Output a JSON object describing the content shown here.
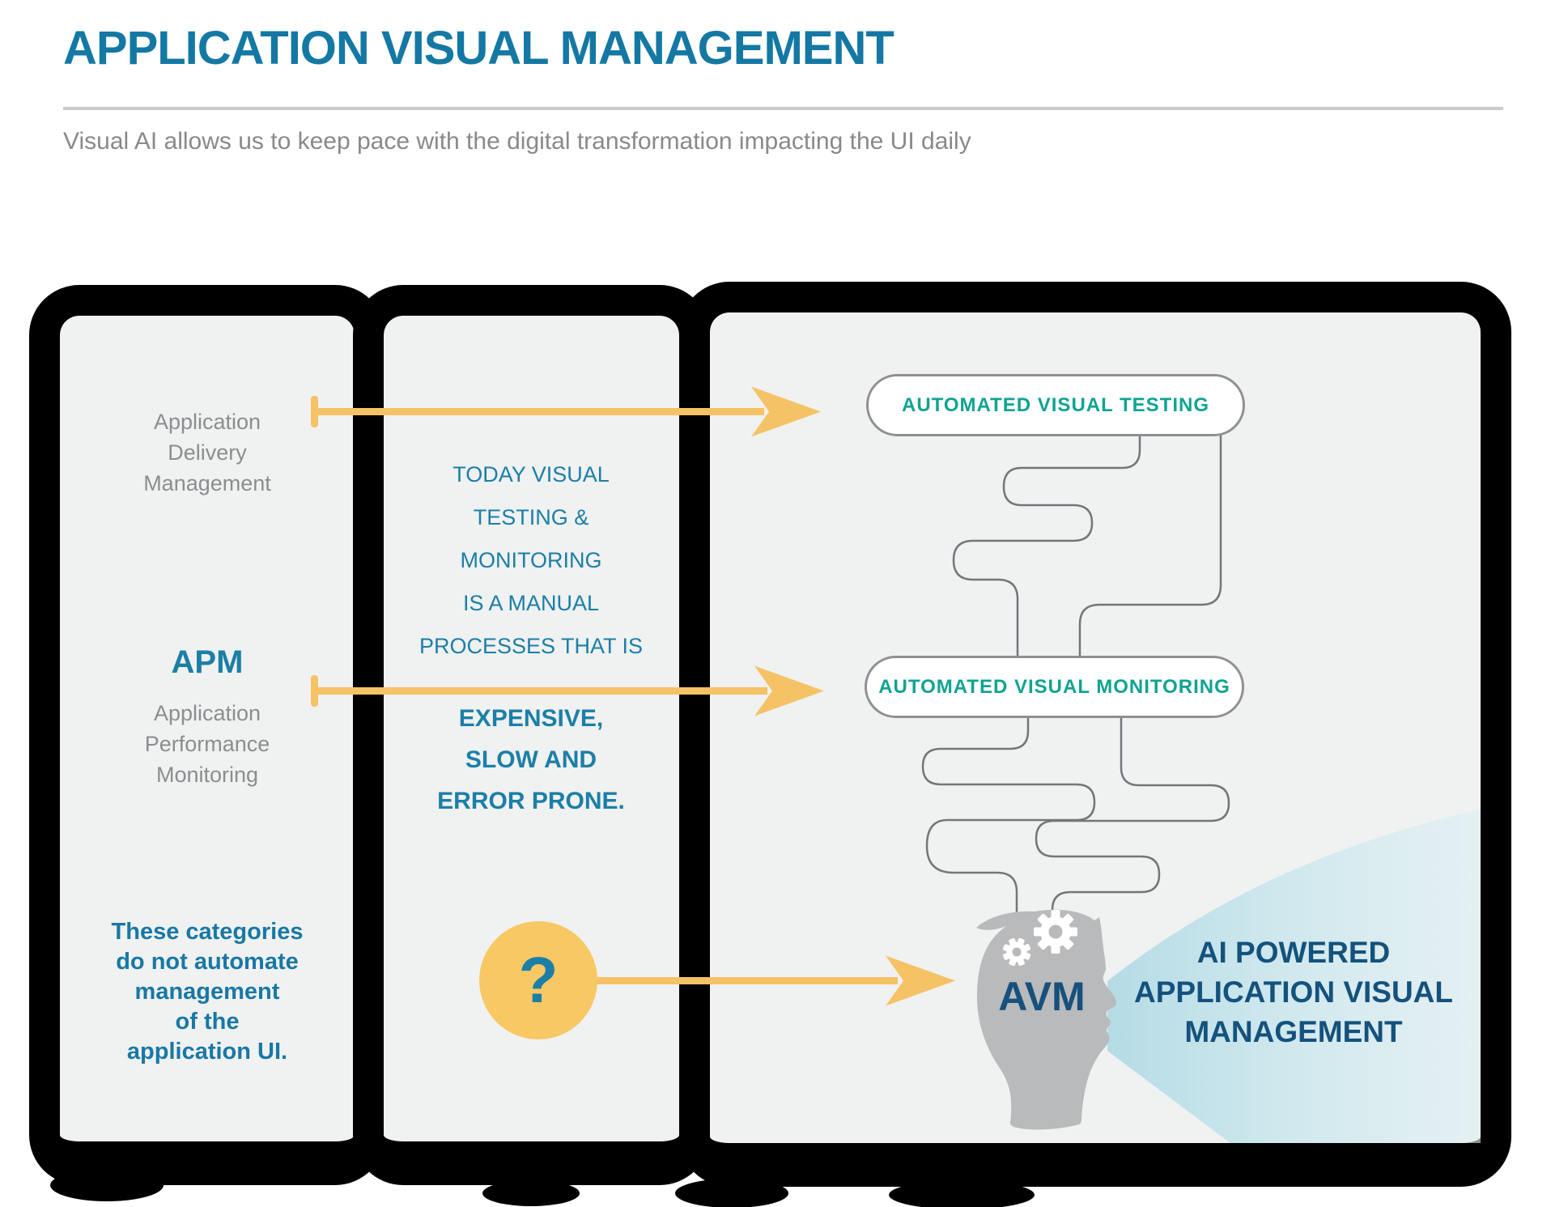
{
  "header": {
    "title": "APPLICATION VISUAL MANAGEMENT",
    "subtitle": "Visual AI allows us to keep pace with the digital transformation impacting the UI daily"
  },
  "panels": {
    "left": {
      "adm": {
        "lines": [
          "Application",
          "Delivery",
          "Management"
        ]
      },
      "apm": {
        "abbr": "APM",
        "lines": [
          "Application",
          "Performance",
          "Monitoring"
        ]
      },
      "note": {
        "lines": [
          "These categories",
          "do not automate",
          "management",
          "of the",
          "application UI."
        ]
      }
    },
    "middle": {
      "statement": {
        "lines": [
          "TODAY VISUAL",
          "TESTING &",
          "MONITORING",
          "IS A MANUAL",
          "PROCESSES THAT IS"
        ]
      },
      "emphasis": {
        "lines": [
          "EXPENSIVE,",
          "SLOW AND",
          "ERROR PRONE."
        ]
      },
      "question_mark": "?"
    },
    "right": {
      "pill_testing": "AUTOMATED VISUAL TESTING",
      "pill_monitoring": "AUTOMATED VISUAL MONITORING",
      "avm_label": "AVM",
      "ai_caption": {
        "lines": [
          "AI POWERED",
          "APPLICATION VISUAL",
          "MANAGEMENT"
        ]
      }
    }
  },
  "colors": {
    "title_blue": "#1478a4",
    "teal_text": "#1b7fa7",
    "gray_text": "#8b8d90",
    "subtitle_gray": "#88898c",
    "pill_green": "#0fa392",
    "navy_text": "#14527d",
    "arrow_yellow": "#f5c266",
    "question_circle": "#f7c863",
    "panel_fill": "#f0f1f1",
    "panel_border": "#000000",
    "maze_line": "#75767a",
    "head_gray": "#b9babc",
    "cone_teal": "#bfe2ea"
  }
}
